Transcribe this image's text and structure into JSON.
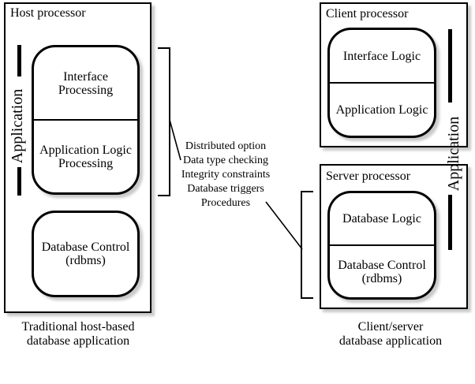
{
  "diagram": {
    "left": {
      "title": "Host processor",
      "vertical_label": "Application",
      "app_stack": {
        "interface": [
          "Interface",
          "Processing"
        ],
        "logic": [
          "Application Logic",
          "Processing"
        ]
      },
      "db_stack": [
        "Database Control",
        "(rdbms)"
      ],
      "caption": [
        "Traditional host-based",
        "database application"
      ]
    },
    "middle_notes": [
      "Distributed option",
      "Data type checking",
      "Integrity constraints",
      "Database triggers",
      "Procedures"
    ],
    "right": {
      "client": {
        "title": "Client processor",
        "cells": [
          "Interface Logic",
          "Application Logic"
        ]
      },
      "server": {
        "title": "Server processor",
        "cell1": "Database Logic",
        "cell2": [
          "Database Control",
          "(rdbms)"
        ]
      },
      "vertical_label": "Application",
      "caption": [
        "Client/server",
        "database application"
      ]
    },
    "colors": {
      "line": "#000000",
      "shadow": "#c9c9c9",
      "background": "#ffffff"
    }
  }
}
